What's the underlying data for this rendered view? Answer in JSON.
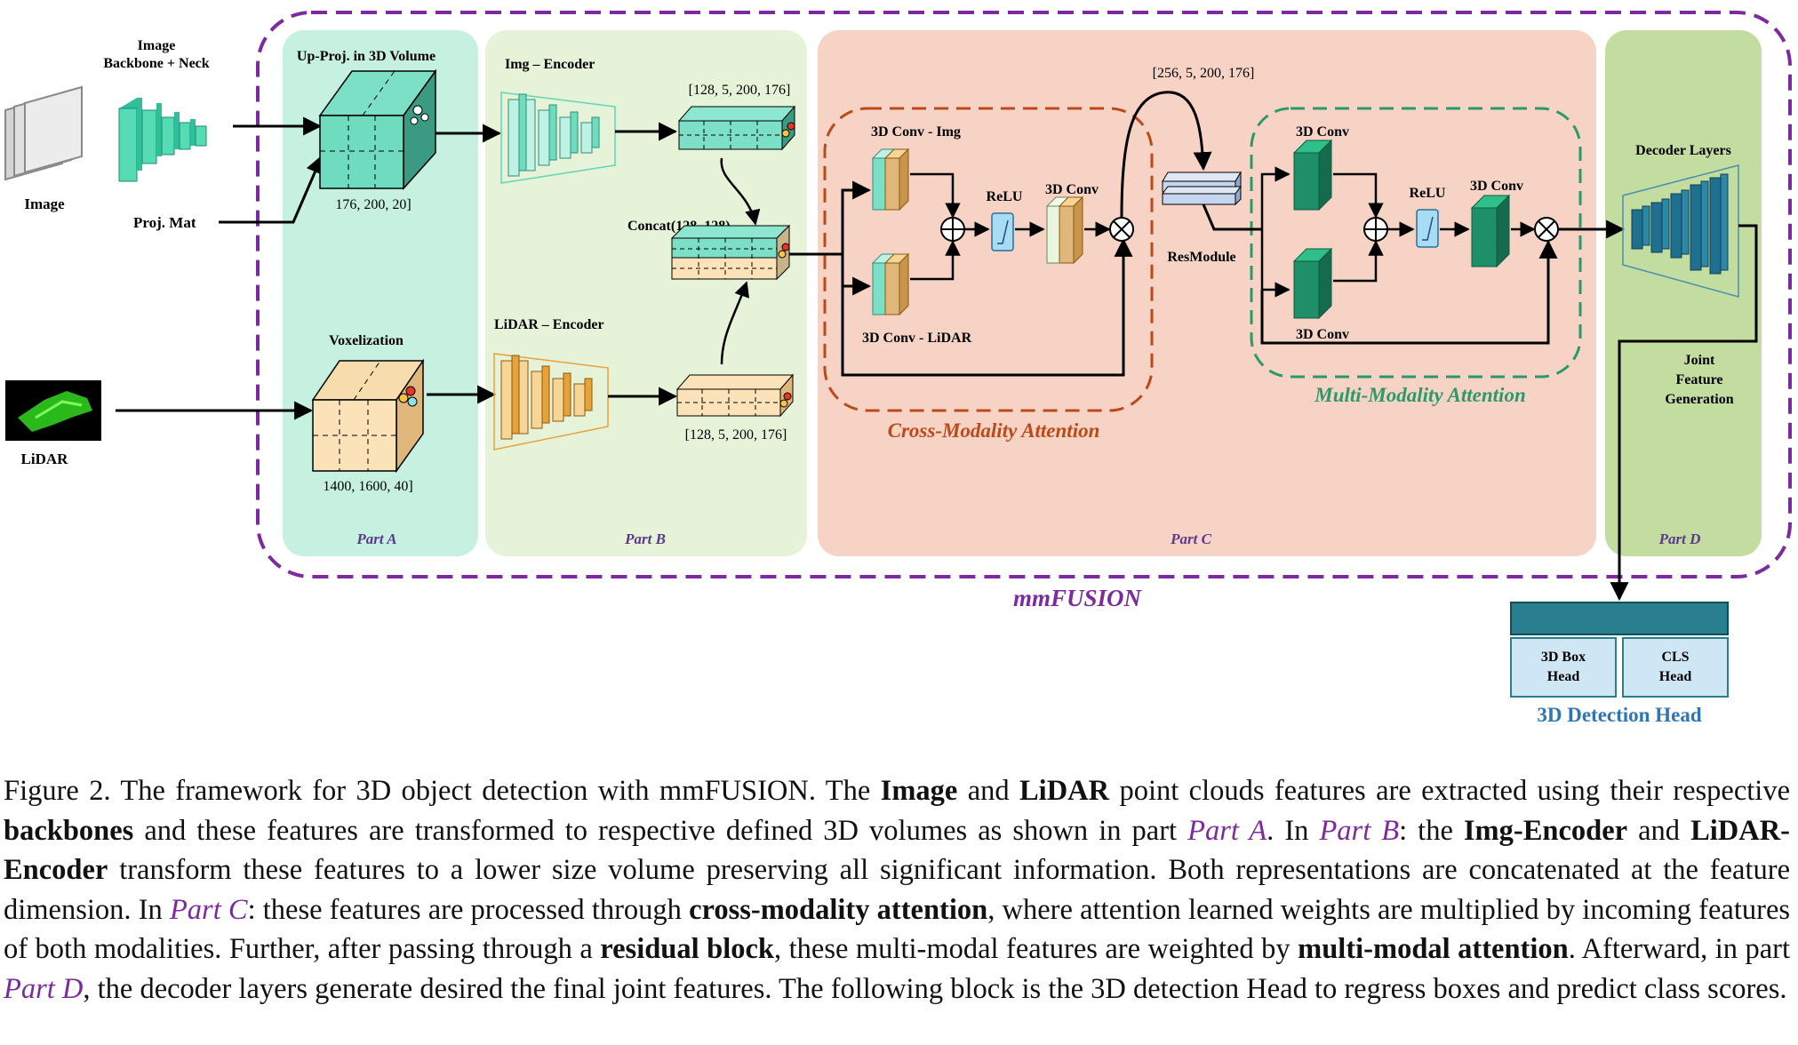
{
  "diagram": {
    "title": "mmFUSION",
    "inputs": {
      "image_backbone": "Image\nBackbone + Neck",
      "image": "Image",
      "proj_mat": "Proj. Mat",
      "lidar": "LiDAR"
    },
    "part_a": {
      "label": "Part A",
      "upproj_title": "Up-Proj. in 3D Volume",
      "upproj_dims": "176, 200, 20]",
      "voxel_title": "Voxelization",
      "voxel_dims": "1400, 1600, 40]"
    },
    "part_b": {
      "label": "Part B",
      "img_encoder": "Img – Encoder",
      "lidar_encoder": "LiDAR – Encoder",
      "img_dims": "[128, 5, 200, 176]",
      "lidar_dims": "[128, 5, 200, 176]",
      "concat": "Concat(128, 128)"
    },
    "part_c": {
      "label": "Part C",
      "conv_img": "3D Conv - Img",
      "conv_lidar": "3D Conv - LiDAR",
      "relu1": "ReLU",
      "conv1": "3D Conv",
      "cross_attention": "Cross-Modality Attention",
      "top_dims": "[256, 5, 200, 176]",
      "resmodule": "ResModule",
      "conv_a": "3D Conv",
      "conv_b": "3D Conv",
      "relu2": "ReLU",
      "conv2": "3D Conv",
      "mm_attention": "Multi-Modality Attention"
    },
    "part_d": {
      "label": "Part D",
      "decoder": "Decoder Layers",
      "joint": "Joint\nFeature\nGeneration"
    },
    "detection": {
      "box_head": "3D Box\nHead",
      "cls_head": "CLS\nHead",
      "title": "3D Detection Head"
    },
    "colors": {
      "part_a_bg": "#c6f0e0",
      "part_b_bg": "#e6f3d8",
      "part_c_bg": "#f6d3c4",
      "part_d_bg": "#c3dca0",
      "mmfusion_border": "#7d2aa0",
      "cross_attention": "#bb4a1a",
      "mm_attention": "#2b9a6a",
      "detection_title": "#2e75b6",
      "head_bar": "#2a7f8f",
      "head_cells": "#cfe6f5"
    }
  },
  "caption": {
    "p1": "Figure 2. The framework for 3D object detection with mmFUSION. The ",
    "b1": "Image",
    "p2": " and ",
    "b2": "LiDAR",
    "p3": " point clouds features are extracted using their respective ",
    "b3": "backbones",
    "p4": " and these features are transformed to respective defined 3D volumes as shown in part ",
    "i1": "Part A",
    "p5": ". In ",
    "i2": "Part B",
    "p6": ": the ",
    "b4": "Img-Encoder",
    "p7": " and ",
    "b5": "LiDAR-Encoder",
    "p8": " transform these features to a lower size volume preserving all significant information. Both representations are concatenated at the feature dimension.  In ",
    "i3": "Part C",
    "p9": ": these features are processed through ",
    "b6": "cross-modality attention",
    "p10": ", where attention learned weights are multiplied by incoming features of both modalities. Further, after passing through a ",
    "b7": "residual block",
    "p11": ", these multi-modal features are weighted by ",
    "b8": "multi-modal attention",
    "p12": ".  Afterward, in part ",
    "i4": "Part D",
    "p13": ", the decoder layers generate desired the final joint features. The following block is the 3D detection Head to regress boxes and predict class scores."
  }
}
